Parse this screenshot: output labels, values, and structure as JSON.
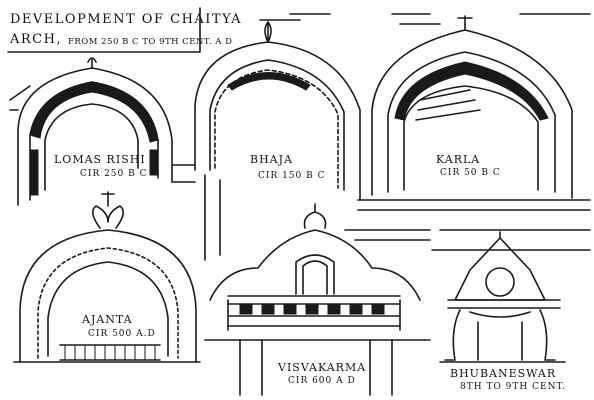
{
  "title": {
    "line1": "DEVELOPMENT OF CHAITYA",
    "line2_prefix": "ARCH,",
    "line2_suffix": "FROM 250 B C TO 9TH CENT. A D"
  },
  "arches": [
    {
      "name": "LOMAS RISHI",
      "date": "CIR 250 B C"
    },
    {
      "name": "BHAJA",
      "date": "CIR 150 B C"
    },
    {
      "name": "KARLA",
      "date": "CIR 50 B C"
    },
    {
      "name": "AJANTA",
      "date": "CIR 500 A.D"
    },
    {
      "name": "VISVAKARMA",
      "date": "CIR 600 A D"
    },
    {
      "name": "BHUBANESWAR",
      "date": "8TH TO 9TH CENT."
    }
  ]
}
